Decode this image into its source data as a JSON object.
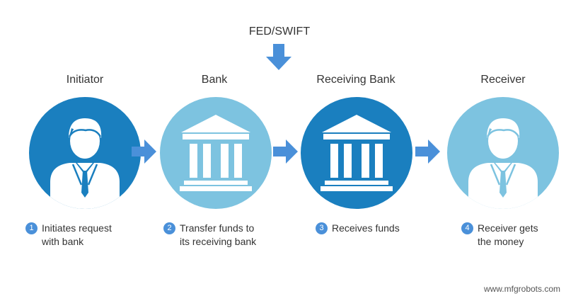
{
  "top_node": {
    "label": "FED/SWIFT"
  },
  "steps": [
    {
      "title": "Initiator",
      "number": "1",
      "desc_line1": "Initiates request",
      "desc_line2": "with bank",
      "icon": "person-icon",
      "circle_color": "#1a7fbf"
    },
    {
      "title": "Bank",
      "number": "2",
      "desc_line1": "Transfer funds to",
      "desc_line2": "its receiving bank",
      "icon": "bank-icon",
      "circle_color": "#7dc3e0"
    },
    {
      "title": "Receiving Bank",
      "number": "3",
      "desc_line1": "Receives funds",
      "desc_line2": "",
      "icon": "bank-icon",
      "circle_color": "#1a7fbf"
    },
    {
      "title": "Receiver",
      "number": "4",
      "desc_line1": "Receiver gets",
      "desc_line2": "the money",
      "icon": "person-icon",
      "circle_color": "#7dc3e0"
    }
  ],
  "colors": {
    "arrow": "#4a90d9",
    "number_badge": "#4a90d9",
    "dark_circle": "#1a7fbf",
    "light_circle": "#7dc3e0"
  },
  "watermark": "www.mfgrobots.com"
}
